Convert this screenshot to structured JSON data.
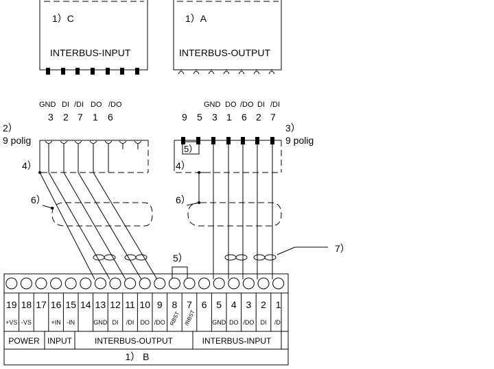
{
  "connector_c": {
    "ref": "1）C",
    "title": "INTERBUS-INPUT"
  },
  "connector_a": {
    "ref": "1）A",
    "title": "INTERBUS-OUTPUT"
  },
  "left_plug": {
    "ref": "2）",
    "type": "9 polig",
    "signals": [
      "GND",
      "DI",
      "/DI",
      "DO",
      "/DO"
    ],
    "pins": [
      "3",
      "2",
      "7",
      "1",
      "6"
    ]
  },
  "right_plug": {
    "ref": "3）",
    "type": "9 polig",
    "signals": [
      "GND",
      "DO",
      "/DO",
      "DI",
      "/DI"
    ],
    "pins": [
      "9",
      "5",
      "3",
      "1",
      "6",
      "2",
      "7"
    ]
  },
  "callouts": {
    "housing_left": "4）",
    "housing_right": "4）",
    "shield_left": "6）",
    "shield_right": "6）",
    "bridge_plug": "5）",
    "bridge_terminal": "5）",
    "twisted_pair": "7）"
  },
  "terminal_block": {
    "ref": "1） B",
    "numbers": [
      "19",
      "18",
      "17",
      "16",
      "15",
      "14",
      "13",
      "12",
      "11",
      "10",
      "9",
      "8",
      "7",
      "6",
      "5",
      "4",
      "3",
      "2",
      "1"
    ],
    "signals": [
      "+VS",
      "-VS",
      "",
      "+IN",
      "-IN",
      "",
      "GND",
      "DI",
      "/DI",
      "DO",
      "/DO",
      "RBST",
      "/RBST",
      "",
      "GND",
      "DO",
      "/DO",
      "DI",
      "/DI"
    ],
    "groups": [
      "POWER",
      "INPUT",
      "INTERBUS-OUTPUT",
      "INTERBUS-INPUT"
    ]
  }
}
